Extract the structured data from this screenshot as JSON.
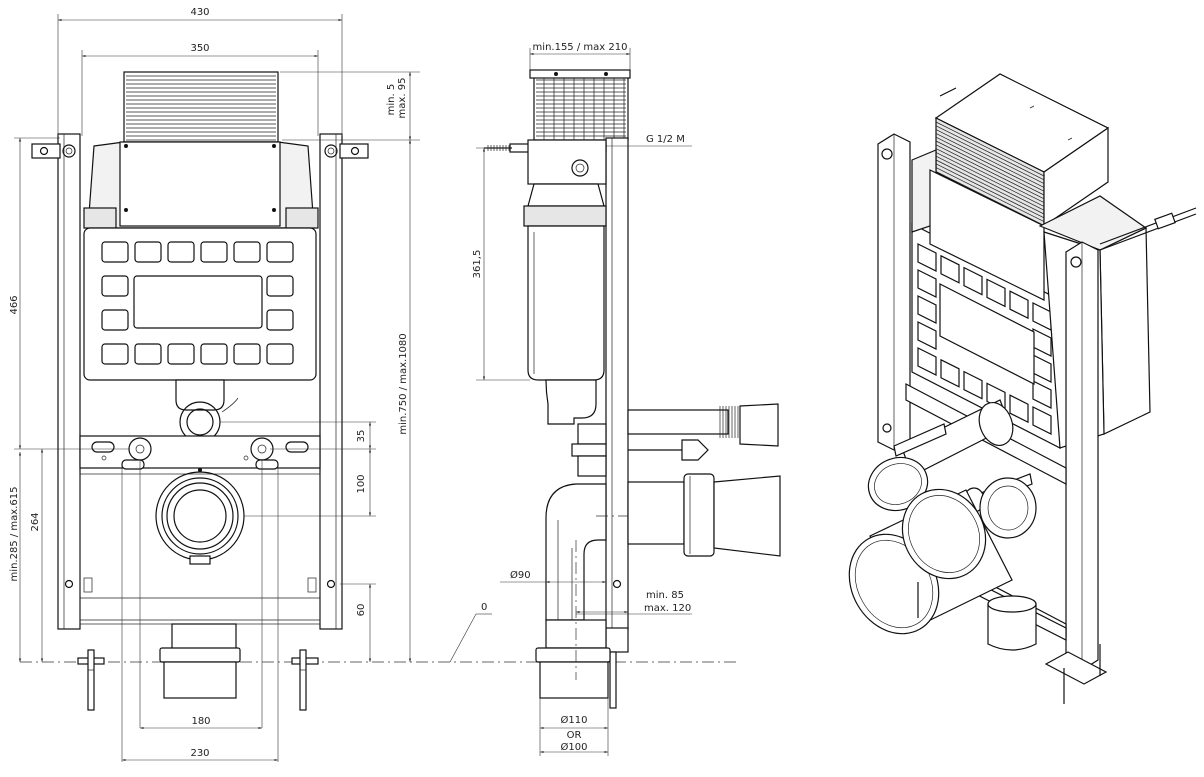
{
  "front_view": {
    "dim_top_width": "430",
    "dim_frame_width": "350",
    "dim_height_cistern": "466",
    "dim_height_drain": "min.285 / max.615",
    "dim_264": "264",
    "dim_35": "35",
    "dim_100": "100",
    "dim_60": "60",
    "dim_total_height": "min.750 / max.1080",
    "dim_top_adjust": "min. 5\nmax. 95",
    "dim_180": "180",
    "dim_230": "230"
  },
  "side_view": {
    "dim_depth": "min.155 / max 210",
    "connection": "G 1/2 M",
    "dim_361": "361,5",
    "dia_90": "Ø90",
    "dim_offset": "min. 85\nmax. 120",
    "zero_level": "0",
    "dia_110": "Ø110",
    "dia_or": "OR",
    "dia_100": "Ø100"
  }
}
